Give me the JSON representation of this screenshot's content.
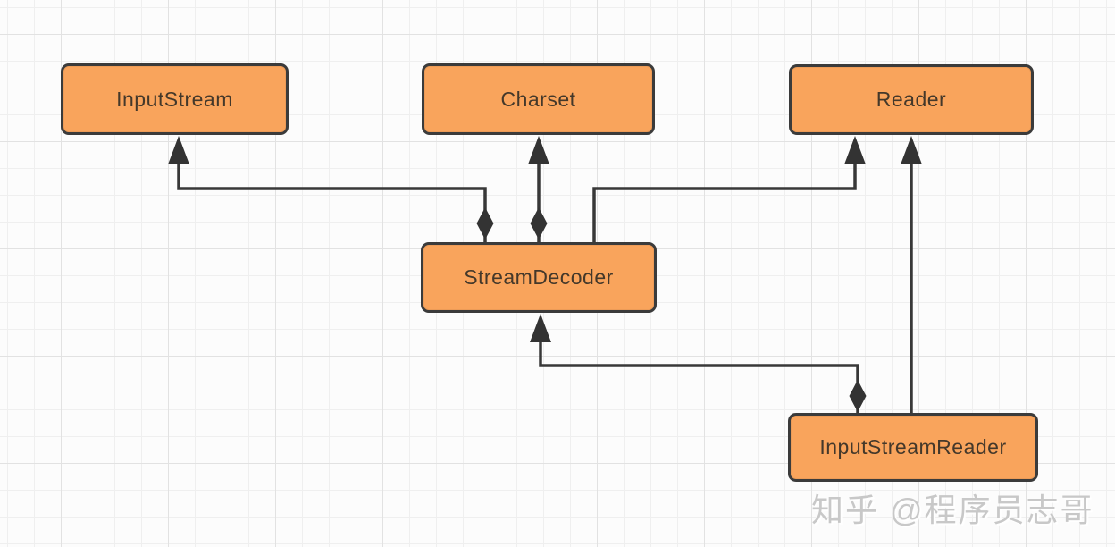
{
  "diagram": {
    "type": "uml-class-relations",
    "nodes": [
      {
        "id": "input-stream",
        "label": "InputStream"
      },
      {
        "id": "charset",
        "label": "Charset"
      },
      {
        "id": "reader",
        "label": "Reader"
      },
      {
        "id": "stream-decoder",
        "label": "StreamDecoder"
      },
      {
        "id": "input-stream-reader",
        "label": "InputStreamReader"
      }
    ],
    "edges": [
      {
        "from": "StreamDecoder",
        "to": "InputStream",
        "relation": "composition",
        "marker_at_from": "filled-diamond",
        "marker_at_to": "filled-arrow"
      },
      {
        "from": "StreamDecoder",
        "to": "Charset",
        "relation": "composition",
        "marker_at_from": "filled-diamond",
        "marker_at_to": "filled-arrow"
      },
      {
        "from": "StreamDecoder",
        "to": "Reader",
        "relation": "generalization",
        "marker_at_from": "none",
        "marker_at_to": "filled-arrow"
      },
      {
        "from": "InputStreamReader",
        "to": "Reader",
        "relation": "generalization",
        "marker_at_from": "none",
        "marker_at_to": "filled-arrow"
      },
      {
        "from": "InputStreamReader",
        "to": "StreamDecoder",
        "relation": "composition",
        "marker_at_from": "filled-diamond",
        "marker_at_to": "filled-arrow"
      }
    ],
    "colors": {
      "node_fill": "#F9A45C",
      "node_border": "#3B3B3B",
      "node_text": "#44382A",
      "connector": "#383838",
      "grid_line_minor": "#EFEFEF",
      "grid_line_major": "#E2E2E2",
      "background": "#FCFCFC",
      "watermark": "#C8C8C8"
    }
  },
  "watermark": {
    "text": "知乎 @程序员志哥"
  }
}
